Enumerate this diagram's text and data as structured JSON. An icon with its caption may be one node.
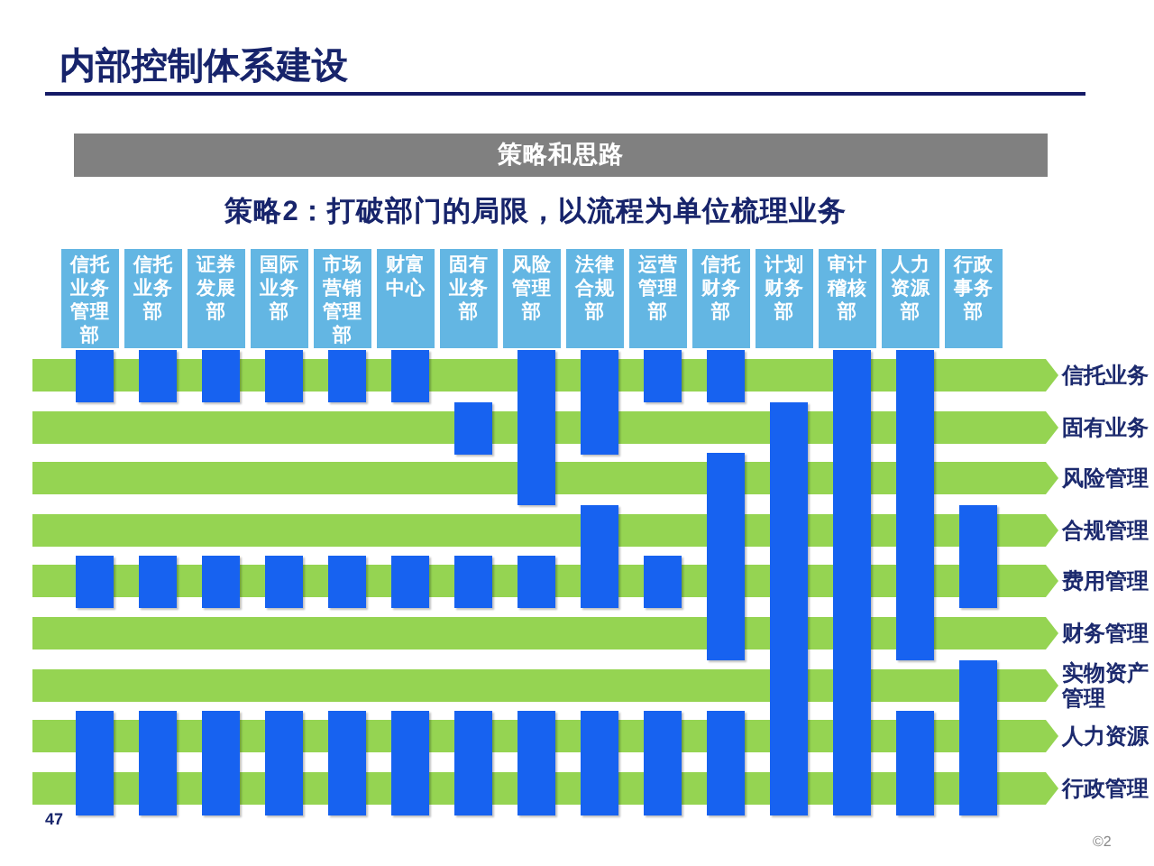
{
  "diagram": {
    "title": "内部控制体系建设",
    "nodes": [
      {
        "text": [
          "策略和思路"
        ]
      },
      {
        "text": [
          "信托业务管理部"
        ]
      },
      {
        "text": [
          "信托业务部"
        ]
      },
      {
        "text": [
          "证券发展部"
        ]
      },
      {
        "text": [
          "国际业务部"
        ]
      },
      {
        "text": [
          "市场营销管理部"
        ]
      },
      {
        "text": [
          "财富中心"
        ]
      },
      {
        "text": [
          "固有业务部"
        ]
      },
      {
        "text": [
          "风险管理部"
        ]
      },
      {
        "text": [
          "法律合规部"
        ]
      },
      {
        "text": [
          "运营管理部"
        ]
      },
      {
        "text": [
          "信托财务部"
        ]
      },
      {
        "text": [
          "计划财务部"
        ]
      },
      {
        "text": [
          "审计稽核部"
        ]
      },
      {
        "text": [
          "人力资源部"
        ]
      },
      {
        "text": [
          "行政事务部"
        ]
      },
      {
        "text": [
          "信托业务"
        ]
      },
      {
        "text": [
          "固有业务"
        ]
      },
      {
        "text": [
          "风险管理"
        ]
      },
      {
        "text": [
          "合规管理"
        ]
      },
      {
        "text": [
          "费用管理"
        ]
      },
      {
        "text": [
          "财务管理"
        ]
      },
      {
        "text": [
          "实物资产管理"
        ]
      },
      {
        "text": [
          "人力资源"
        ]
      },
      {
        "text": [
          "行政管理"
        ]
      },
      {
        "text": [],
        "shape": "bar"
      },
      {
        "text": [],
        "shape": "bar"
      },
      {
        "text": [],
        "shape": "bar"
      },
      {
        "text": [],
        "shape": "bar"
      },
      {
        "text": [],
        "shape": "bar"
      },
      {
        "text": [],
        "shape": "bar"
      },
      {
        "text": [],
        "shape": "bar"
      },
      {
        "text": [],
        "shape": "bar"
      },
      {
        "text": [],
        "shape": "bar"
      },
      {
        "text": [],
        "shape": "bar"
      },
      {
        "text": [],
        "shape": "bar"
      },
      {
        "text": [],
        "shape": "bar"
      },
      {
        "text": [],
        "shape": "bar"
      },
      {
        "text": [],
        "shape": "bar"
      },
      {
        "text": [],
        "shape": "bar"
      },
      {
        "text": [],
        "shape": "bar"
      },
      {
        "text": [],
        "shape": "bar"
      },
      {
        "text": [],
        "shape": "bar"
      },
      {
        "text": [],
        "shape": "bar"
      },
      {
        "text": [],
        "shape": "bar"
      },
      {
        "text": [],
        "shape": "bar"
      },
      {
        "text": [],
        "shape": "bar"
      },
      {
        "text": [],
        "shape": "bar"
      },
      {
        "text": [],
        "shape": "bar"
      },
      {
        "text": [],
        "shape": "bar"
      },
      {
        "text": [],
        "shape": "bar"
      },
      {
        "text": [],
        "shape": "bar"
      },
      {
        "text": [],
        "shape": "bar"
      },
      {
        "text": [],
        "shape": "bar"
      },
      {
        "text": [],
        "shape": "bar"
      },
      {
        "text": [],
        "shape": "bar"
      },
      {
        "text": [],
        "shape": "bar"
      },
      {
        "text": [],
        "shape": "bar"
      },
      {
        "text": [],
        "shape": "bar"
      },
      {
        "text": [],
        "shape": "bar"
      },
      {
        "text": [],
        "shape": "bar"
      },
      {
        "text": [],
        "shape": "bar"
      },
      {
        "text": [],
        "shape": "bar"
      },
      {
        "text": [],
        "shape": "bar"
      }
    ],
    "labels": [
      "策略2：打破部门的局限，以流程为单位梳理业务",
      "47",
      "©2"
    ]
  }
}
